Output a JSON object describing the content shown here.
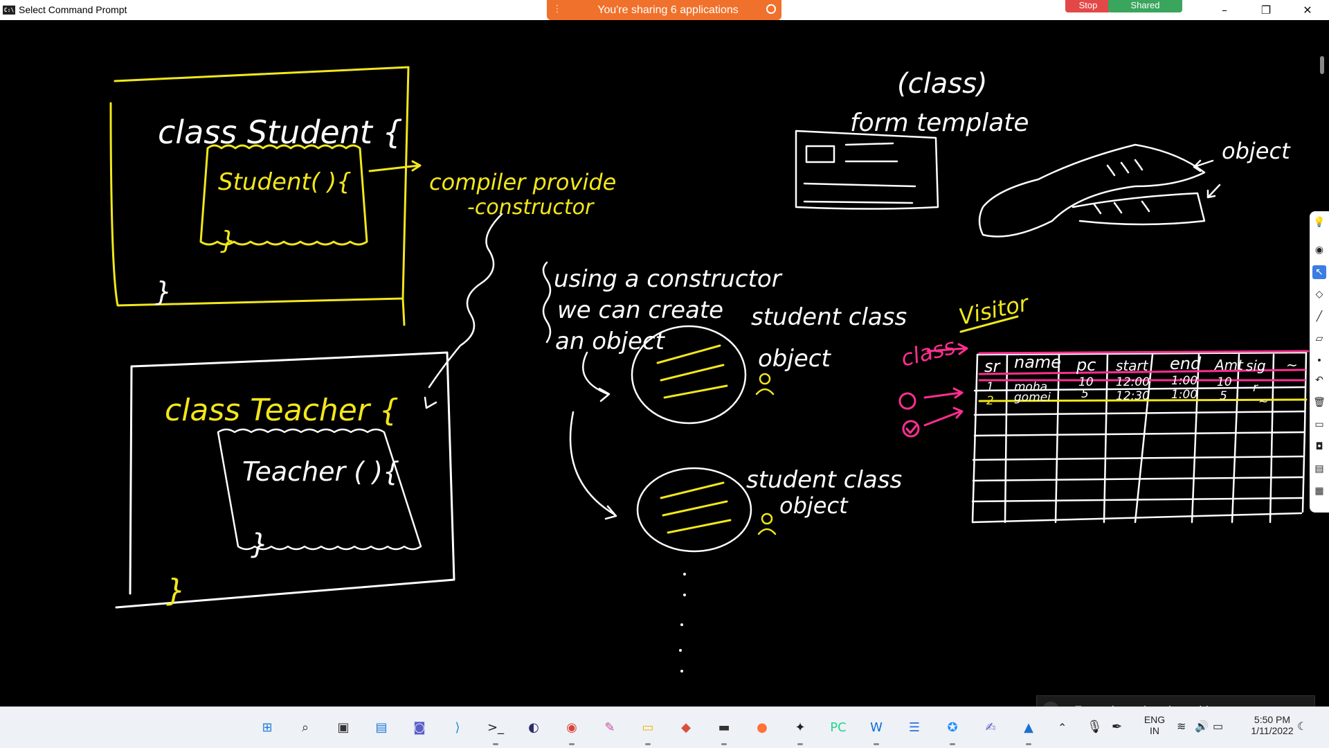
{
  "window": {
    "title": "Select Command Prompt",
    "app_icon": "C:\\",
    "minimize_icon": "minimize-icon",
    "restore_icon": "restore-icon",
    "close_icon": "close-icon"
  },
  "share_banner": {
    "text": "You're sharing 6 applications"
  },
  "share_controls": {
    "stop_label": "Stop",
    "shared_label": "Shared"
  },
  "colors": {
    "yellow_ink": "#f2e71c",
    "white_ink": "#ffffff",
    "pink_ink": "#ff2f8f",
    "share_orange": "#f0712b",
    "stop_red": "#e34848",
    "shared_green": "#3aa55c"
  },
  "whiteboard": {
    "student_box": {
      "class_line": "class  Student {",
      "constructor_line": "Student( ){",
      "inner_close": "}",
      "outer_close": "}"
    },
    "compiler_note": {
      "line1": "compiler  provide",
      "line2": "-constructor"
    },
    "teacher_box": {
      "class_line": "class  Teacher {",
      "constructor_line": "Teacher ( ){",
      "inner_close": "}",
      "outer_close": "}"
    },
    "using_note": {
      "line1": "using  a constructor",
      "line2": "we  can create",
      "line3": "an object"
    },
    "object1_label": {
      "line1": "student class",
      "line2": "object"
    },
    "object2_label": {
      "line1": "student  class",
      "line2": "object"
    },
    "class_template": {
      "line1": "(class)",
      "line2": "form template"
    },
    "object_label1": "object",
    "visitor_title": "Visitor",
    "class_label": "class",
    "visitor_table": {
      "headers": [
        "sr",
        "name",
        "pc",
        "start",
        "end",
        "Amt",
        "sig",
        "~"
      ],
      "rows": [
        [
          "1",
          "moha",
          "10",
          "12:00",
          "1:00",
          "10",
          "r",
          ""
        ],
        [
          "2",
          "gomei",
          "5",
          "12:30",
          "1:00",
          "5",
          "~",
          ""
        ]
      ]
    }
  },
  "expand_panel": {
    "label": "Expand panel to show video"
  },
  "taskbar": {
    "apps": [
      {
        "name": "start",
        "glyph": "⊞"
      },
      {
        "name": "search",
        "glyph": "⌕"
      },
      {
        "name": "task-view",
        "glyph": "▣"
      },
      {
        "name": "widgets",
        "glyph": "▤"
      },
      {
        "name": "teams-chat",
        "glyph": "◙"
      },
      {
        "name": "vscode",
        "glyph": "⟩"
      },
      {
        "name": "terminal",
        "glyph": ">_"
      },
      {
        "name": "eclipse",
        "glyph": "◐"
      },
      {
        "name": "chrome",
        "glyph": "◉"
      },
      {
        "name": "paint-brush",
        "glyph": "✎"
      },
      {
        "name": "file-explorer",
        "glyph": "▭"
      },
      {
        "name": "eraser-app",
        "glyph": "◆"
      },
      {
        "name": "mysql",
        "glyph": "▬"
      },
      {
        "name": "firefox",
        "glyph": "●"
      },
      {
        "name": "eclipse-ide",
        "glyph": "✦"
      },
      {
        "name": "pycharm",
        "glyph": "PC"
      },
      {
        "name": "webex",
        "glyph": "W"
      },
      {
        "name": "notepad",
        "glyph": "☰"
      },
      {
        "name": "paint",
        "glyph": "✪"
      },
      {
        "name": "pen-app",
        "glyph": "✍"
      },
      {
        "name": "photos",
        "glyph": "▲"
      }
    ],
    "lang_line1": "ENG",
    "lang_line2": "IN",
    "time": "5:50 PM",
    "date": "1/11/2022"
  }
}
